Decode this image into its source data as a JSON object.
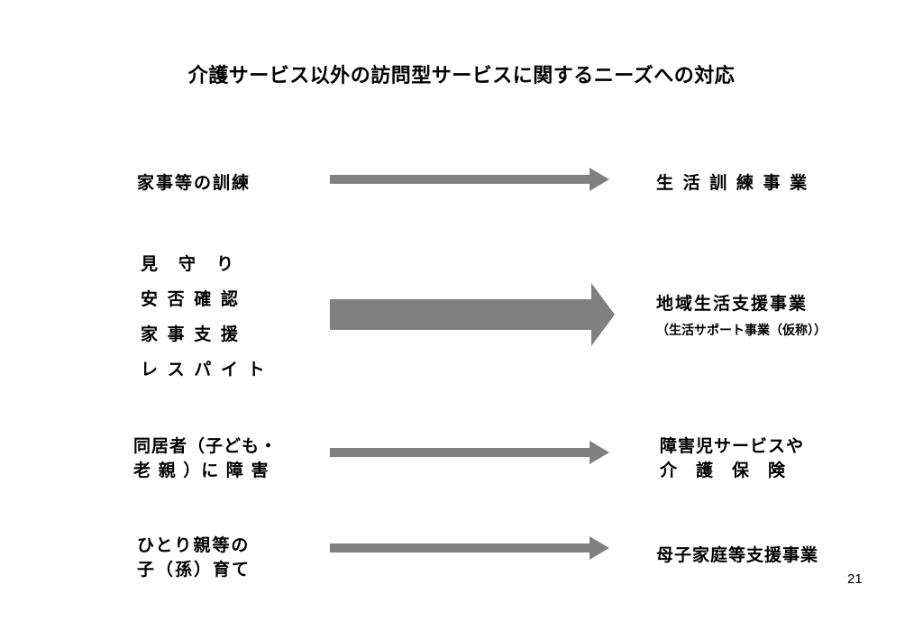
{
  "title": "介護サービス以外の訪問型サービスに関するニーズへの対応",
  "rows": [
    {
      "left": [
        "家事等の訓練"
      ],
      "right": [
        "生 活 訓 練 事 業"
      ]
    },
    {
      "left": [
        "見　守　り",
        "安 否 確 認",
        "家 事 支 援",
        "レ ス パ イ ト"
      ],
      "right": [
        "地域生活支援事業",
        "（生活サポート事業（仮称））"
      ]
    },
    {
      "left": [
        "同居者（子ども・",
        "老 親 ）に 障 害"
      ],
      "right": [
        "障害児サービスや",
        "介　護　保　険"
      ]
    },
    {
      "left": [
        "ひとり親等の",
        "子（孫）育て"
      ],
      "right": [
        "母子家庭等支援事業"
      ]
    }
  ],
  "page_number": "21",
  "colors": {
    "arrow": "#808080",
    "text": "#000000",
    "background": "#ffffff"
  }
}
